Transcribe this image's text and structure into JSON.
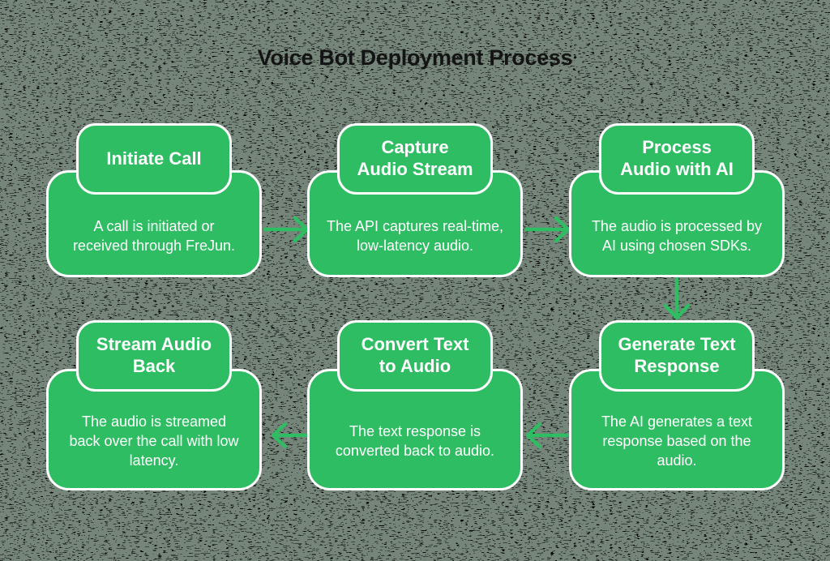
{
  "title": "Voice Bot Deployment Process",
  "colors": {
    "node_green": "#2ebd62",
    "arrow_green": "#2ebd62",
    "outline_white": "#ffffff",
    "title_text": "#141414",
    "node_text": "#ffffff",
    "background_sage": "#6e7e71"
  },
  "steps": [
    {
      "id": "initiate-call",
      "title": "Initiate Call",
      "description": "A call is initiated or\nreceived through FreJun."
    },
    {
      "id": "capture-audio-stream",
      "title": "Capture\nAudio Stream",
      "description": "The API captures real-time,\nlow-latency audio."
    },
    {
      "id": "process-audio-with-ai",
      "title": "Process\nAudio with AI",
      "description": "The audio is processed by\nAI using chosen SDKs."
    },
    {
      "id": "stream-audio-back",
      "title": "Stream Audio\nBack",
      "description": "The audio is streamed\nback over the call with low\nlatency."
    },
    {
      "id": "convert-text-to-audio",
      "title": "Convert Text\nto Audio",
      "description": "The text response is\nconverted back to audio."
    },
    {
      "id": "generate-text-response",
      "title": "Generate Text\nResponse",
      "description": "The AI generates a text\nresponse based on the\naudio."
    }
  ],
  "arrows": [
    {
      "name": "initiate-to-capture",
      "direction": "right"
    },
    {
      "name": "capture-to-process",
      "direction": "right"
    },
    {
      "name": "process-to-generate",
      "direction": "down"
    },
    {
      "name": "generate-to-convert",
      "direction": "left"
    },
    {
      "name": "convert-to-stream",
      "direction": "left"
    }
  ]
}
